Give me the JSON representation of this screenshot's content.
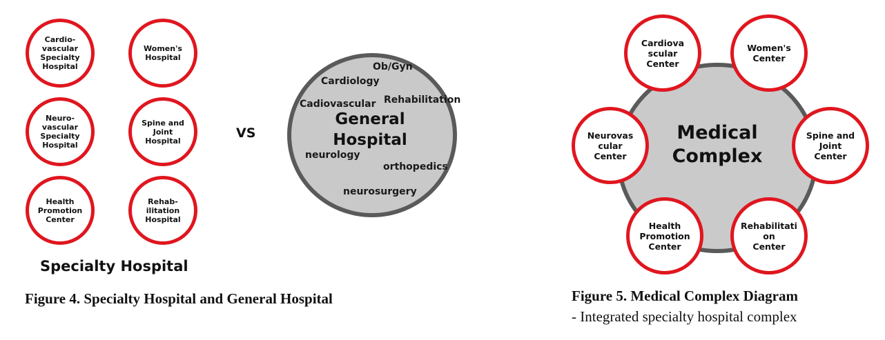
{
  "figure4": {
    "specialty_circles": [
      {
        "label": "Cardio-\nvascular\nSpecialty\nHospital"
      },
      {
        "label": "Women's\nHospital"
      },
      {
        "label": "Neuro-\nvascular\nSpecialty\nHospital"
      },
      {
        "label": "Spine and\nJoint\nHospital"
      },
      {
        "label": "Health\nPromotion\nCenter"
      },
      {
        "label": "Rehab-\nilitation\nHospital"
      }
    ],
    "specialty_heading": "Specialty Hospital",
    "vs_label": "VS",
    "general_hospital": {
      "title": "General\nHospital",
      "departments": [
        "Ob/Gyn",
        "Cardiology",
        "Rehabilitation",
        "Cadiovascular",
        "neurology",
        "orthopedics",
        "neurosurgery"
      ]
    },
    "caption": "Figure 4. Specialty Hospital and General Hospital"
  },
  "figure5": {
    "hub_title": "Medical\nComplex",
    "centers": [
      {
        "label": "Cardiova\nscular\nCenter"
      },
      {
        "label": "Women's\nCenter"
      },
      {
        "label": "Neurovas\ncular\nCenter"
      },
      {
        "label": "Spine and\nJoint\nCenter"
      },
      {
        "label": "Health\nPromotion\nCenter"
      },
      {
        "label": "Rehabilitati\non\nCenter"
      }
    ],
    "caption": "Figure 5. Medical Complex Diagram",
    "subcaption": "- Integrated specialty hospital complex"
  },
  "colors": {
    "ring_red": "#e0161f",
    "circle_gray": "#c9c9c9",
    "border_gray": "#5a5a5a"
  }
}
